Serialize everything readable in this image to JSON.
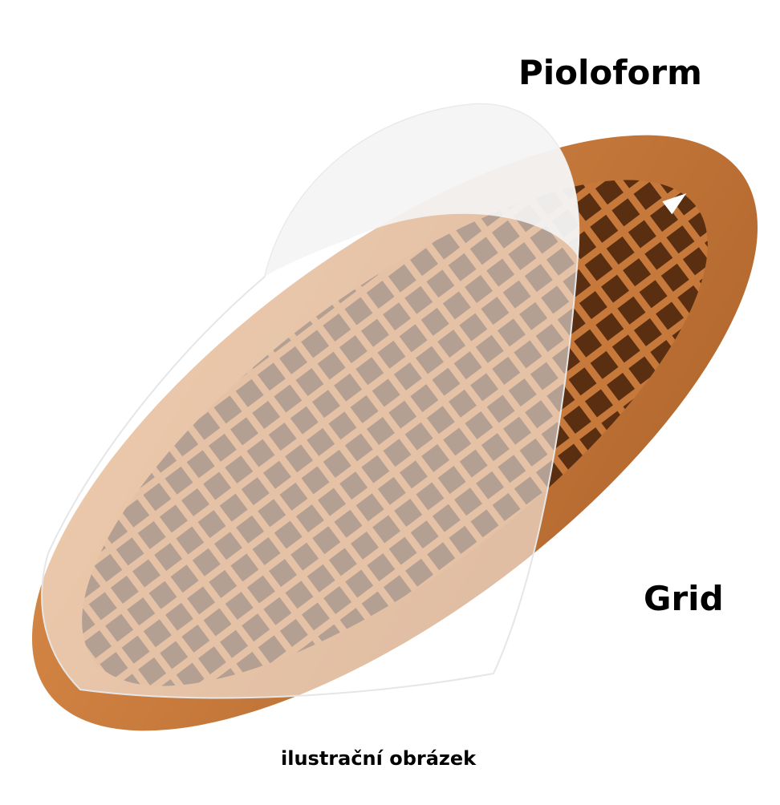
{
  "labels": {
    "film": "Pioloform",
    "grid": "Grid",
    "caption": "ilustrační obrázek"
  },
  "colors": {
    "copper": "#c6793a",
    "copper_dark": "#8a4a1e",
    "film": "#ffffff"
  }
}
